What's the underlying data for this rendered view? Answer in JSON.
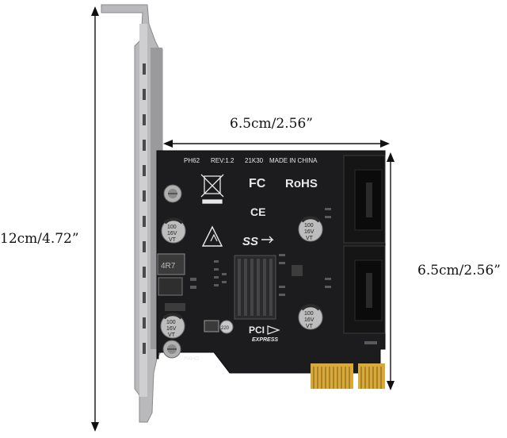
{
  "dimensions": {
    "height": "12cm/4.72”",
    "width": "6.5cm/2.56”",
    "depth": "6.5cm/2.56”"
  },
  "board": {
    "model": "PH62",
    "revision": "REV:1.2",
    "date_code": "21K30",
    "origin": "MADE IN CHINA",
    "fc_mark": "FC",
    "rohs": "RoHS",
    "ce_mark": "CE",
    "ss_logo": "SS",
    "pci_text": "PCI",
    "express_text": "EXPRESS",
    "inductor_label": "4R7",
    "cap_value": "100",
    "cap_voltage": "16V",
    "cap_series": "VT",
    "maker": "PAHO",
    "small_cap": "220"
  },
  "colors": {
    "pcb": "#1c1c1e",
    "bracket": "#b9b9bb",
    "gold": "#d9a93a"
  }
}
